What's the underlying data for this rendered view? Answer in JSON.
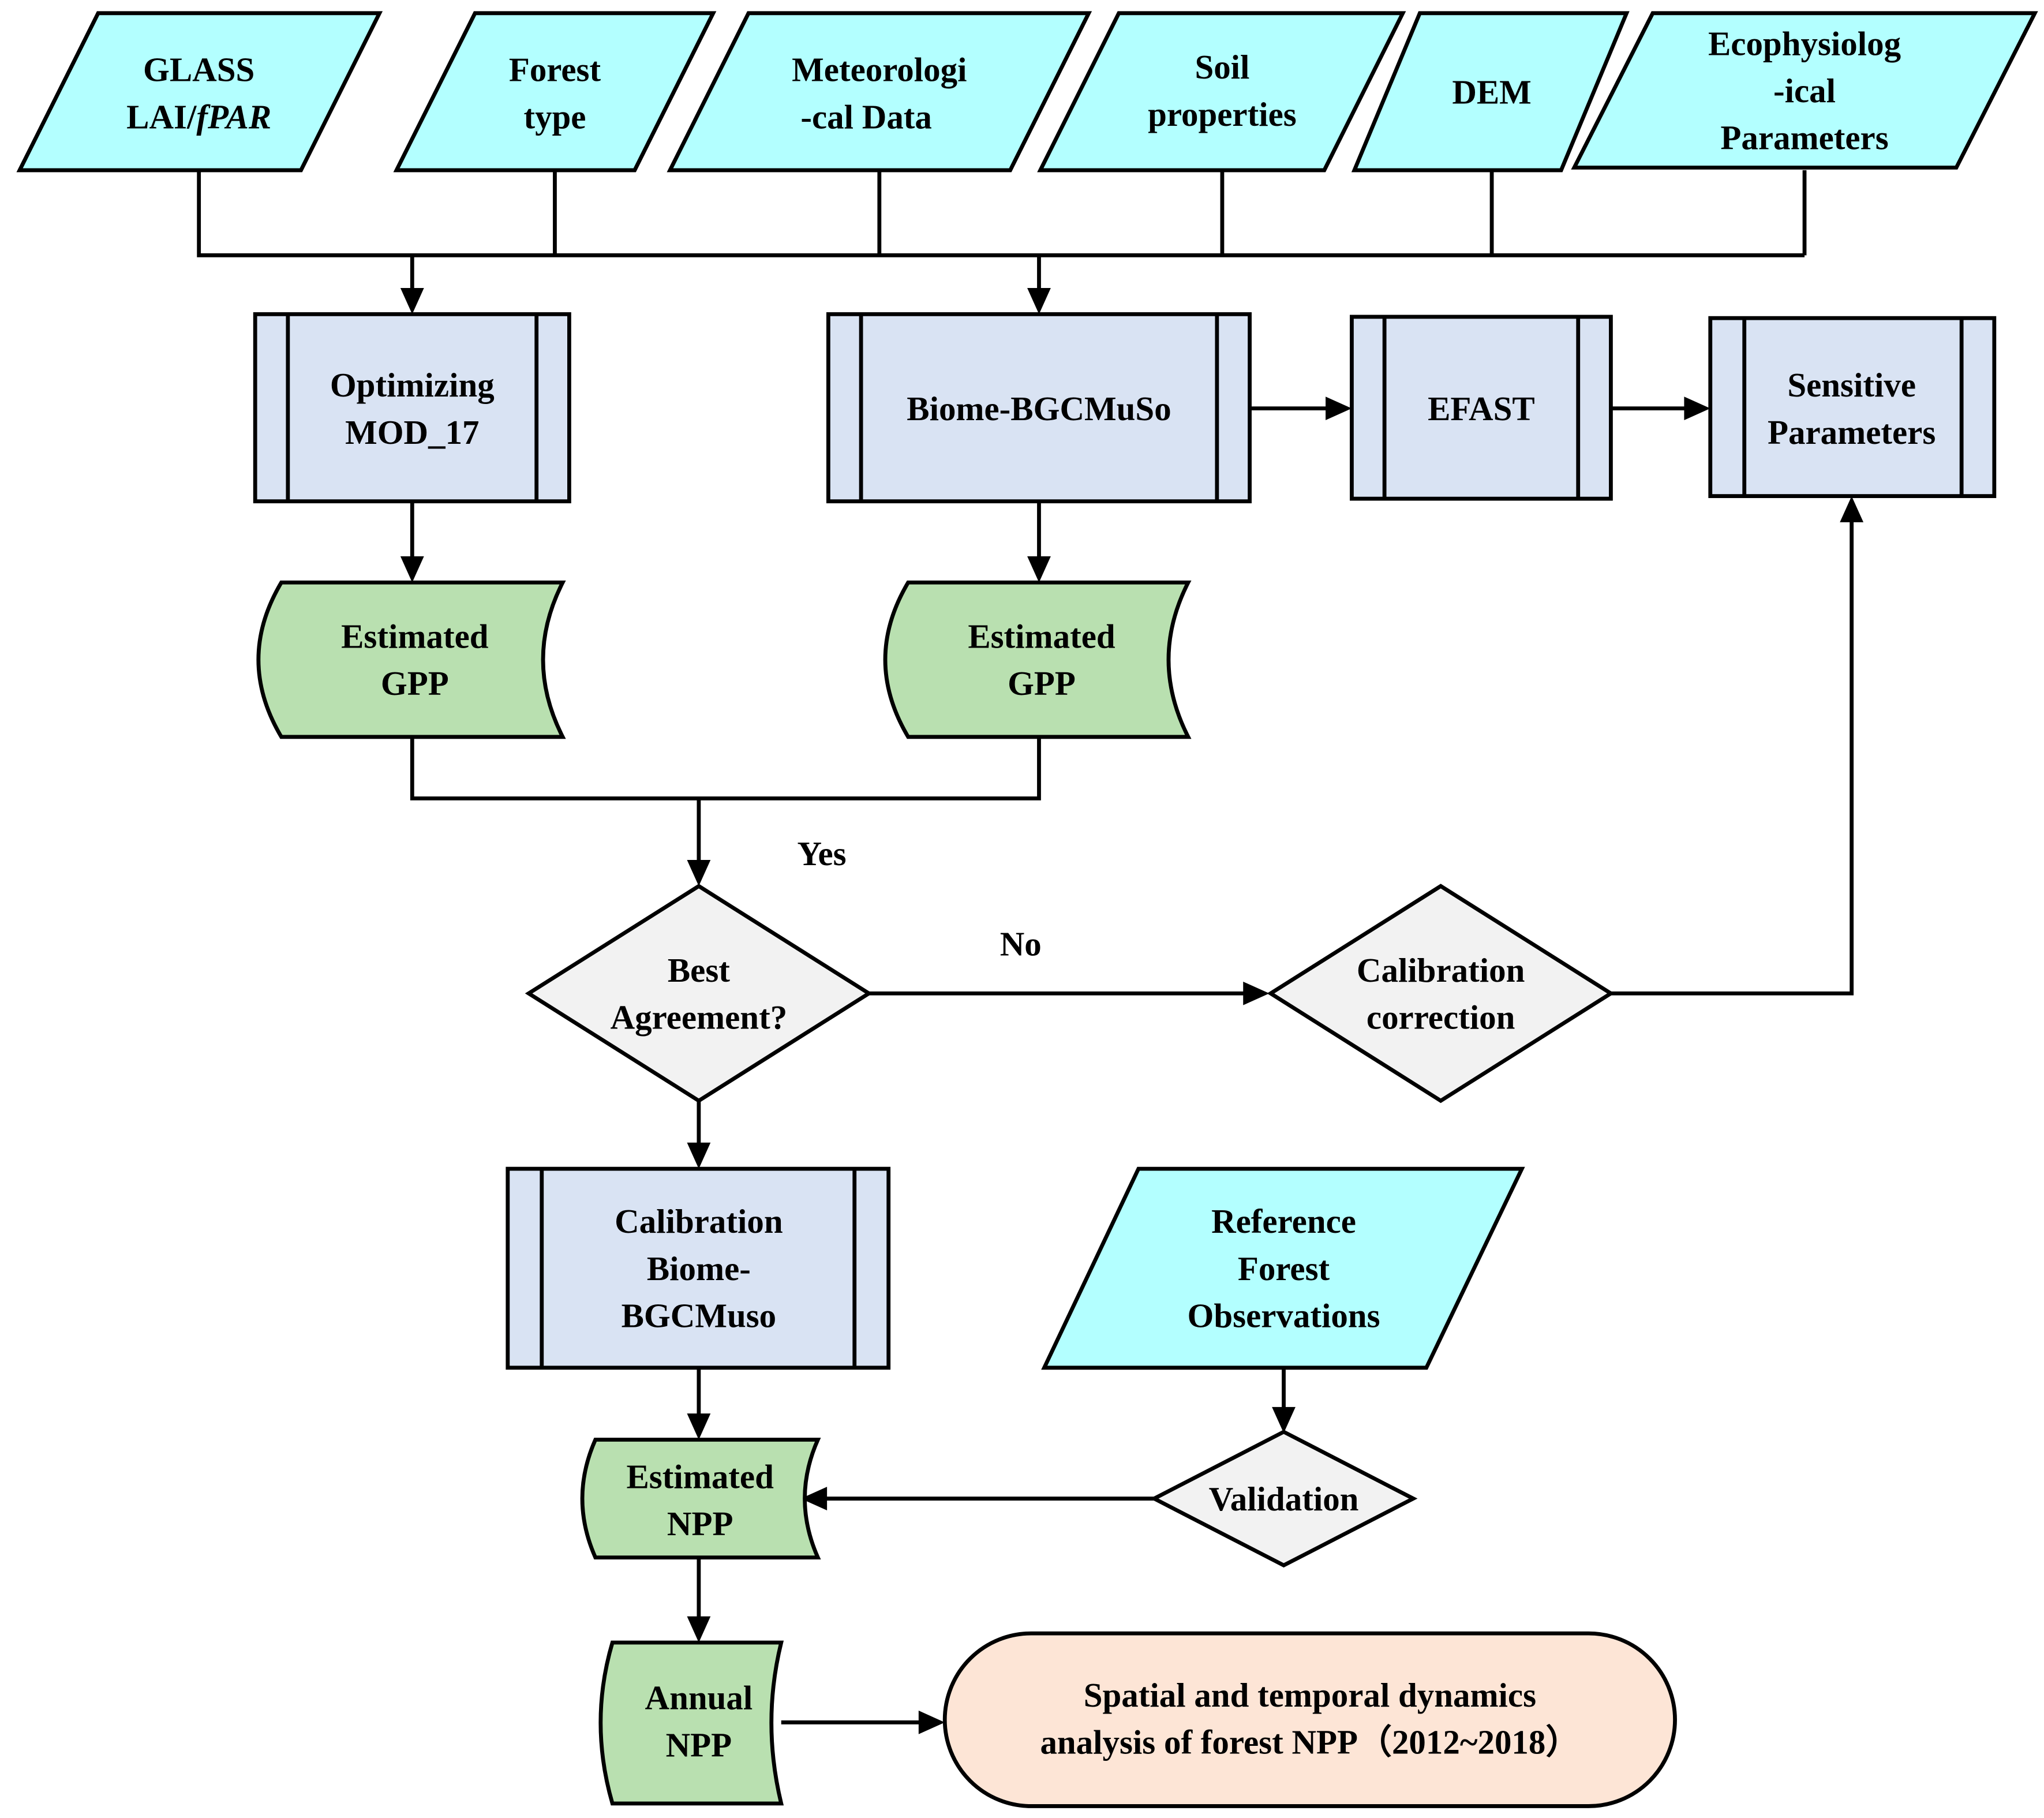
{
  "colors": {
    "input": "#b3ffff",
    "process": "#d9e3f3",
    "data": "#b9e0b0",
    "decision": "#f2f2f2",
    "terminal": "#fde5d6",
    "stroke": "#000000"
  },
  "inputs": [
    {
      "lines": [
        "GLASS",
        "LAI/"
      ],
      "italic": "fPAR"
    },
    {
      "lines": [
        "Forest",
        "type"
      ]
    },
    {
      "lines": [
        "Meteorologi",
        "-cal Data"
      ]
    },
    {
      "lines": [
        "Soil",
        "properties"
      ]
    },
    {
      "lines": [
        "DEM"
      ]
    },
    {
      "lines": [
        "Ecophysiolog",
        "-ical",
        "Parameters"
      ]
    }
  ],
  "processes": {
    "optimizing": [
      "Optimizing",
      "MOD_17"
    ],
    "biome": [
      "Biome-BGCMuSo"
    ],
    "efast": [
      "EFAST"
    ],
    "sensitive": [
      "Sensitive",
      "Parameters"
    ],
    "calibration": [
      "Calibration",
      "Biome-",
      "BGCMuso"
    ]
  },
  "data_nodes": {
    "gpp1": [
      "Estimated",
      "GPP"
    ],
    "gpp2": [
      "Estimated",
      "GPP"
    ],
    "npp": [
      "Estimated",
      "NPP"
    ],
    "annual": [
      "Annual",
      "NPP"
    ]
  },
  "decisions": {
    "best": [
      "Best",
      "Agreement?"
    ],
    "calib": [
      "Calibration",
      "correction"
    ],
    "validation": [
      "Validation"
    ]
  },
  "reference": [
    "Reference",
    "Forest",
    "Observations"
  ],
  "labels": {
    "yes": "Yes",
    "no": "No"
  },
  "terminal": [
    "Spatial and temporal dynamics",
    "analysis of forest NPP（2012~2018）"
  ]
}
